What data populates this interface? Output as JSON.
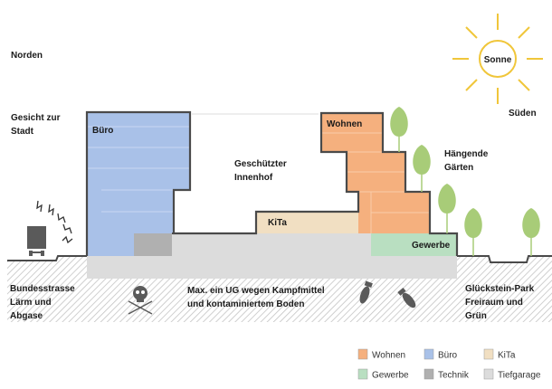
{
  "labels": {
    "north": "Norden",
    "south": "Süden",
    "sun": "Sonne",
    "face_line1": "Gesicht zur",
    "face_line2": "Stadt",
    "courtyard_line1": "Geschützter",
    "courtyard_line2": "Innenhof",
    "gardens_line1": "Hängende",
    "gardens_line2": "Gärten",
    "road_line1": "Bundesstrasse",
    "road_line2": "Lärm und",
    "road_line3": "Abgase",
    "park_line1": "Glückstein-Park",
    "park_line2": "Freiraum und",
    "park_line3": "Grün",
    "underground_line1": "Max. ein UG wegen Kampfmittel",
    "underground_line2": "und kontaminiertem Boden",
    "office": "Büro",
    "residential": "Wohnen",
    "kita": "KiTa",
    "commercial": "Gewerbe"
  },
  "legend": [
    {
      "label": "Wohnen",
      "color": "#f5b07e"
    },
    {
      "label": "Büro",
      "color": "#a9c1e8"
    },
    {
      "label": "KiTa",
      "color": "#f1dfc2"
    },
    {
      "label": "Gewerbe",
      "color": "#b9dfc1"
    },
    {
      "label": "Technik",
      "color": "#b0b0b0"
    },
    {
      "label": "Tiefgarage",
      "color": "#dcdcdc"
    }
  ],
  "colors": {
    "outline": "#4a4a4a",
    "sun": "#f0c63a",
    "tree": "#a8cc78",
    "icon": "#5a5a5a",
    "hatch": "#bdbdbd"
  },
  "icons": [
    "sun-icon",
    "truck-icon",
    "noise-icon",
    "skull-crossbones-icon",
    "bomb-icon",
    "tree-icon"
  ]
}
